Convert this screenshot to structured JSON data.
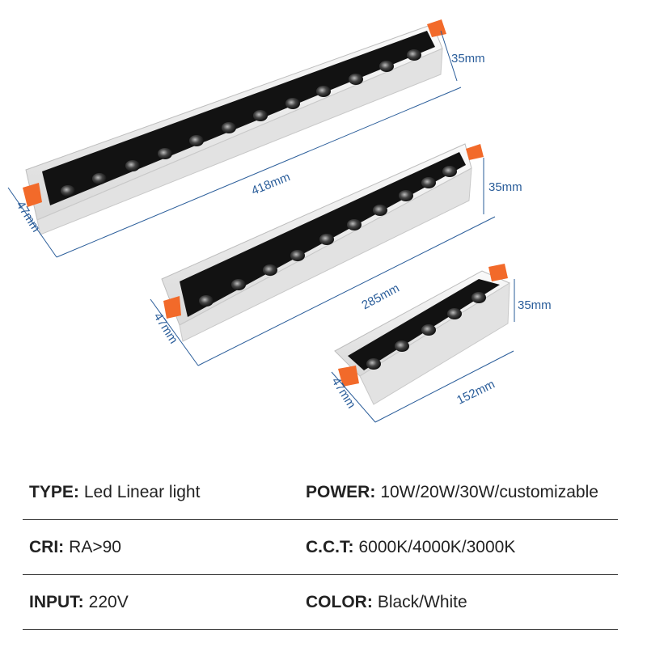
{
  "dimensions": {
    "large": {
      "length": "418mm",
      "width": "47mm",
      "height": "35mm"
    },
    "medium": {
      "length": "285mm",
      "width": "47mm",
      "height": "35mm"
    },
    "small": {
      "length": "152mm",
      "width": "47mm",
      "height": "35mm"
    }
  },
  "specs": [
    {
      "left_key": "TYPE:",
      "left_val": "Led Linear light",
      "right_key": "POWER:",
      "right_val": "10W/20W/30W/customizable"
    },
    {
      "left_key": "CRI:",
      "left_val": "RA>90",
      "right_key": "C.C.T:",
      "right_val": "6000K/4000K/3000K"
    },
    {
      "left_key": "INPUT:",
      "left_val": "220V",
      "right_key": "COLOR:",
      "right_val": "Black/White"
    }
  ],
  "colors": {
    "body": "#ffffff",
    "clip": "#f26a2a",
    "reflector": "#121212",
    "dimension": "#2a5d9a"
  }
}
